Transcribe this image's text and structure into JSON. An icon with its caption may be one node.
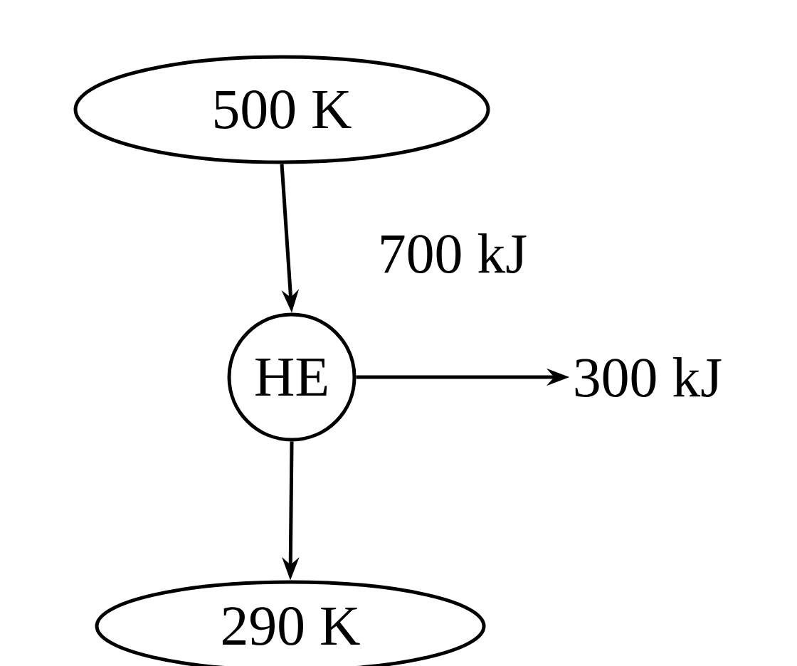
{
  "diagram": {
    "nodes": [
      {
        "text": [
          "500 K"
        ]
      },
      {
        "text": [
          "HE"
        ]
      },
      {
        "text": [
          "290 K"
        ]
      },
      {
        "text": [
          "300 kJ"
        ]
      }
    ],
    "edges": [
      {
        "from": 0,
        "to": 1,
        "arrow": "to",
        "label": "700 kJ"
      },
      {
        "from": 1,
        "to": 3,
        "arrow": "to"
      },
      {
        "from": 1,
        "to": 2,
        "arrow": "to"
      }
    ]
  }
}
